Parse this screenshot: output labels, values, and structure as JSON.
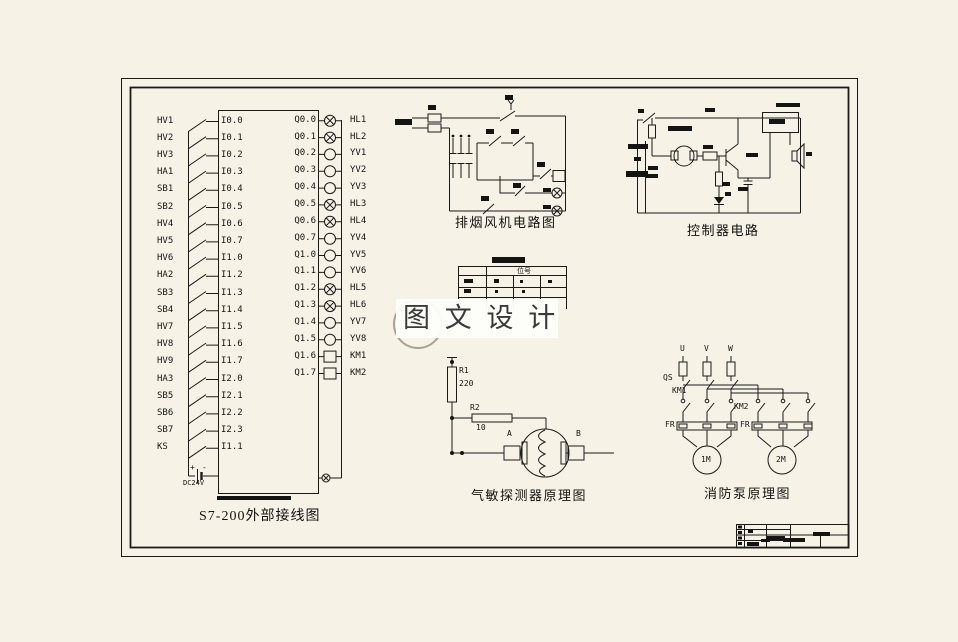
{
  "watermark": {
    "text": "图 文 设 计"
  },
  "plc": {
    "title": "S7-200外部接线图",
    "power_label": "DC24V",
    "power_plus": "+",
    "power_minus": "-",
    "inputs": [
      {
        "label": "HV1",
        "pin": "I0.0"
      },
      {
        "label": "HV2",
        "pin": "I0.1"
      },
      {
        "label": "HV3",
        "pin": "I0.2"
      },
      {
        "label": "HA1",
        "pin": "I0.3"
      },
      {
        "label": "SB1",
        "pin": "I0.4"
      },
      {
        "label": "SB2",
        "pin": "I0.5"
      },
      {
        "label": "HV4",
        "pin": "I0.6"
      },
      {
        "label": "HV5",
        "pin": "I0.7"
      },
      {
        "label": "HV6",
        "pin": "I1.0"
      },
      {
        "label": "HA2",
        "pin": "I1.2"
      },
      {
        "label": "SB3",
        "pin": "I1.3"
      },
      {
        "label": "SB4",
        "pin": "I1.4"
      },
      {
        "label": "HV7",
        "pin": "I1.5"
      },
      {
        "label": "HV8",
        "pin": "I1.6"
      },
      {
        "label": "HV9",
        "pin": "I1.7"
      },
      {
        "label": "HA3",
        "pin": "I2.0"
      },
      {
        "label": "SB5",
        "pin": "I2.1"
      },
      {
        "label": "SB6",
        "pin": "I2.2"
      },
      {
        "label": "SB7",
        "pin": "I2.3"
      },
      {
        "label": "KS",
        "pin": "I1.1"
      }
    ],
    "outputs": [
      {
        "pin": "Q0.0",
        "device": "HL1",
        "symbol": "lamp"
      },
      {
        "pin": "Q0.1",
        "device": "HL2",
        "symbol": "lamp"
      },
      {
        "pin": "Q0.2",
        "device": "YV1",
        "symbol": "valve"
      },
      {
        "pin": "Q0.3",
        "device": "YV2",
        "symbol": "valve"
      },
      {
        "pin": "Q0.4",
        "device": "YV3",
        "symbol": "valve"
      },
      {
        "pin": "Q0.5",
        "device": "HL3",
        "symbol": "lamp"
      },
      {
        "pin": "Q0.6",
        "device": "HL4",
        "symbol": "lamp"
      },
      {
        "pin": "Q0.7",
        "device": "YV4",
        "symbol": "valve"
      },
      {
        "pin": "Q1.0",
        "device": "YV5",
        "symbol": "valve"
      },
      {
        "pin": "Q1.1",
        "device": "YV6",
        "symbol": "valve"
      },
      {
        "pin": "Q1.2",
        "device": "HL5",
        "symbol": "lamp"
      },
      {
        "pin": "Q1.3",
        "device": "HL6",
        "symbol": "lamp"
      },
      {
        "pin": "Q1.4",
        "device": "YV7",
        "symbol": "valve"
      },
      {
        "pin": "Q1.5",
        "device": "YV8",
        "symbol": "valve"
      },
      {
        "pin": "Q1.6",
        "device": "KM1",
        "symbol": "contactor-coil"
      },
      {
        "pin": "Q1.7",
        "device": "KM2",
        "symbol": "contactor-coil"
      }
    ]
  },
  "circuits": {
    "fan": {
      "caption": "排烟风机电路图"
    },
    "controller": {
      "caption": "控制器电路"
    },
    "gas_sensor": {
      "caption": "气敏探测器原理图",
      "labels": {
        "r1": "R1",
        "r1_value": "220",
        "r2": "R2",
        "r2_value": "10",
        "term_a": "A",
        "term_b": "B"
      }
    },
    "fire_pump": {
      "caption": "消防泵原理图",
      "labels": {
        "phase_u": "U",
        "phase_v": "V",
        "phase_w": "W",
        "qs": "QS",
        "km1": "KM1",
        "km2": "KM2",
        "fr1": "FR",
        "fr2": "FR",
        "motor1": "1M",
        "motor2": "2M"
      }
    }
  },
  "table": {
    "header": "位号"
  }
}
